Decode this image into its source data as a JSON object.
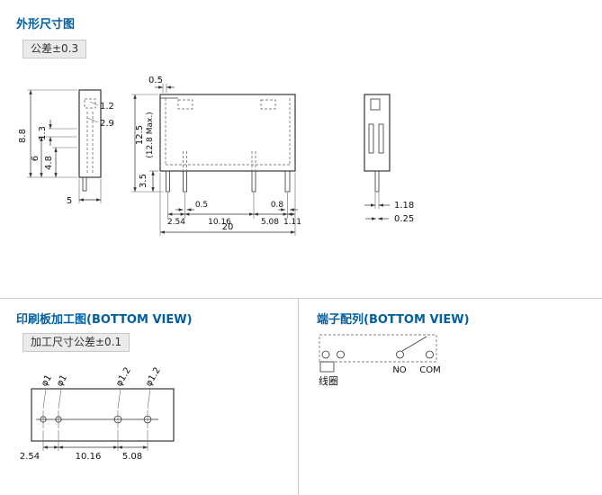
{
  "colors": {
    "title_blue": "#005fa3",
    "box_bg": "#ebebeb",
    "box_border": "#c9c9c9",
    "line": "#222222",
    "divider": "#cccccc"
  },
  "sections": {
    "outline": {
      "title": "外形尺寸图",
      "tolerance": "公差±0.3",
      "dims": {
        "lip": "0.5",
        "w1_2": "1.2",
        "w2_9": "2.9",
        "h8_8": "8.8",
        "h1_3": "1.3",
        "h6": "6",
        "h4_8": "4.8",
        "w5": "5",
        "h12_5": "12.5",
        "h12_8max": "(12.8 Max.)",
        "h3_5": "3.5",
        "p2_54": "2.54",
        "pin0_5": "0.5",
        "p10_16": "10.16",
        "p5_08": "5.08",
        "pin0_8": "0.8",
        "p1_11": "1.11",
        "w20": "20",
        "pw1_18": "1.18",
        "pt0_25": "0.25"
      }
    },
    "pcb": {
      "title": "印刷板加工图(BOTTOM VIEW)",
      "tolerance": "加工尺寸公差±0.1",
      "holes": [
        "φ1",
        "φ1",
        "φ1.2",
        "φ1.2"
      ],
      "dims": {
        "d2_54": "2.54",
        "d10_16": "10.16",
        "d5_08": "5.08"
      }
    },
    "terminals": {
      "title": "端子配列(BOTTOM VIEW)",
      "coil": "线圈",
      "no": "NO",
      "com": "COM"
    }
  }
}
